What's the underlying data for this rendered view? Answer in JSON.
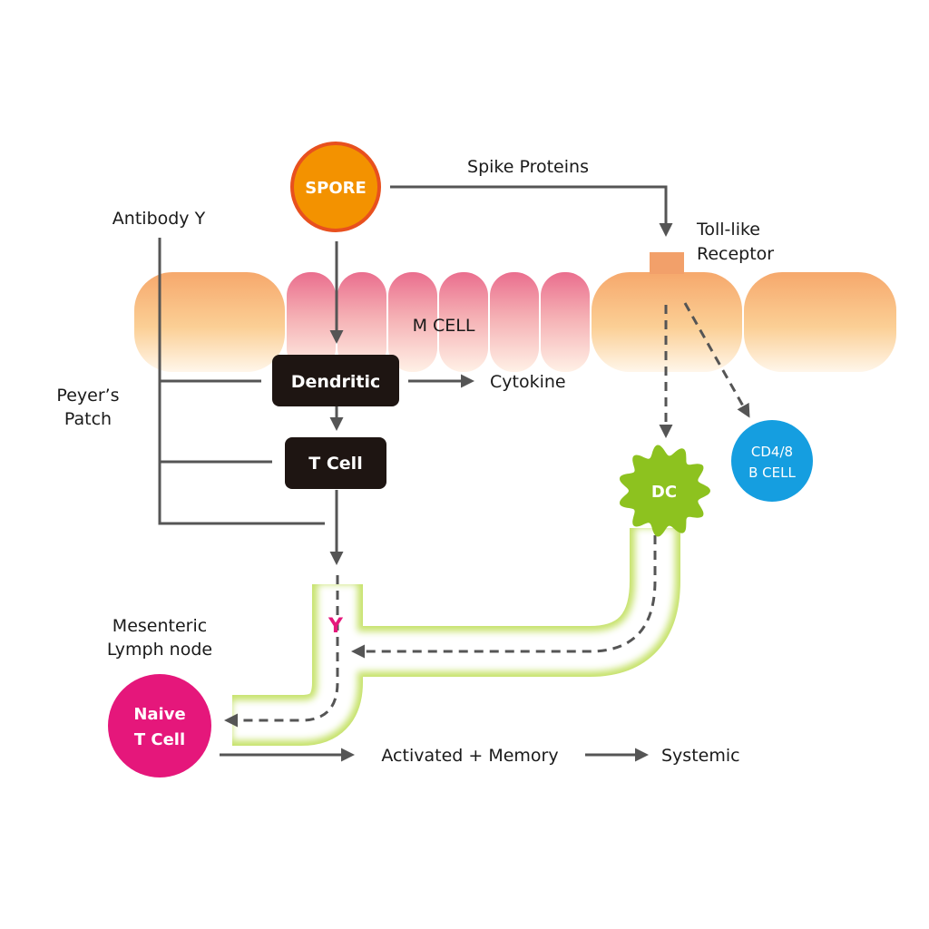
{
  "nodes": {
    "spore": "SPORE",
    "dendritic": "Dendritic",
    "t_cell": "T Cell",
    "dc": "DC",
    "cd_b_cell_line1": "CD4/8",
    "cd_b_cell_line2": "B CELL",
    "naive_line1": "Naive",
    "naive_line2": "T Cell",
    "antibody_symbol": "Y"
  },
  "labels": {
    "spike_proteins": "Spike Proteins",
    "toll_like_line1": "Toll-like",
    "toll_like_line2": "Receptor",
    "antibody_y": "Antibody Y",
    "m_cell": "M CELL",
    "cytokine": "Cytokine",
    "peyers_line1": "Peyer’s",
    "peyers_line2": "Patch",
    "mesenteric_line1": "Mesenteric",
    "mesenteric_line2": "Lymph node",
    "activated_memory": "Activated + Memory",
    "systemic": "Systemic"
  },
  "colors": {
    "spore": "#f39200",
    "spore_ring": "#e8501e",
    "dark_box": "#1e1512",
    "dc": "#8dc21f",
    "b_cell": "#159ee0",
    "naive": "#e5177b",
    "epithelium_orange": "#f6a86c",
    "m_cell_pink": "#ea6e8e",
    "lymph_vessel": "#c6e26a",
    "antibody": "#e5177b",
    "arrow": "#555555"
  }
}
